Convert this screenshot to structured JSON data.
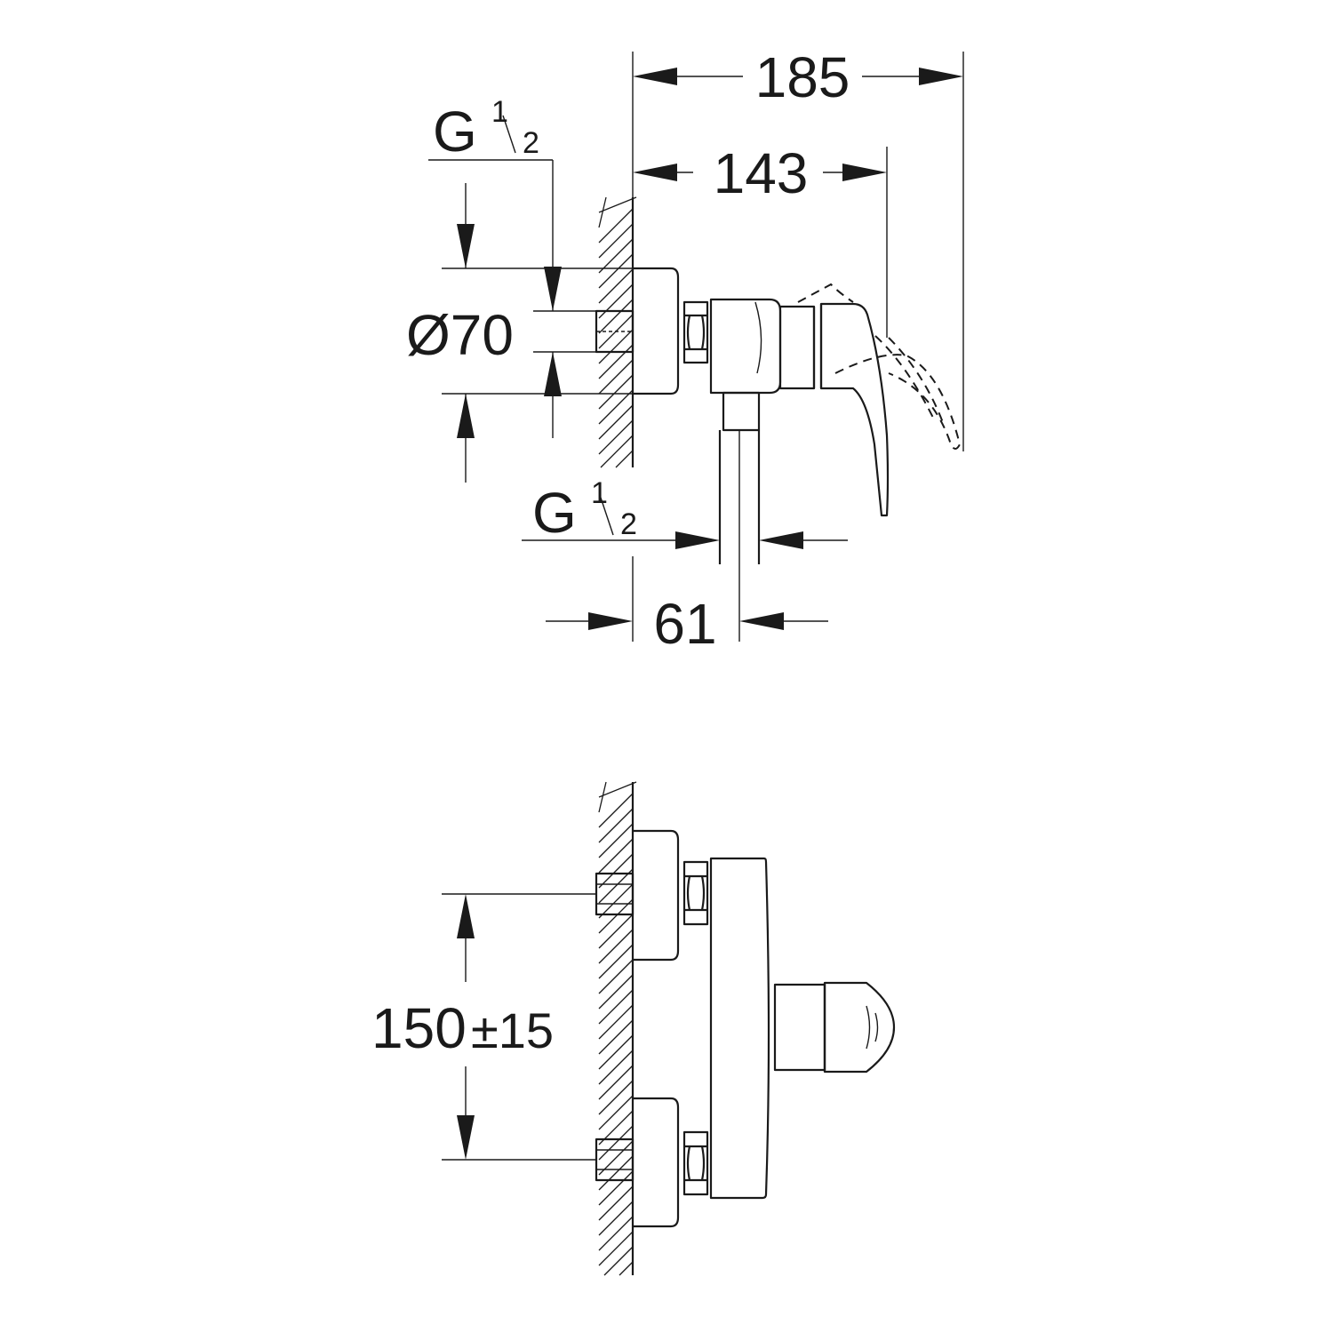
{
  "dimensions": {
    "overall_depth": "185",
    "lever_depth": "143",
    "rosette_diameter": "Ø70",
    "inlet_thread_top": "G",
    "inlet_thread_top_frac_num": "1",
    "inlet_thread_top_frac_den": "2",
    "outlet_thread": "G",
    "outlet_thread_frac_num": "1",
    "outlet_thread_frac_den": "2",
    "outlet_offset": "61",
    "centre_distance": "150",
    "centre_tolerance": "±15"
  }
}
